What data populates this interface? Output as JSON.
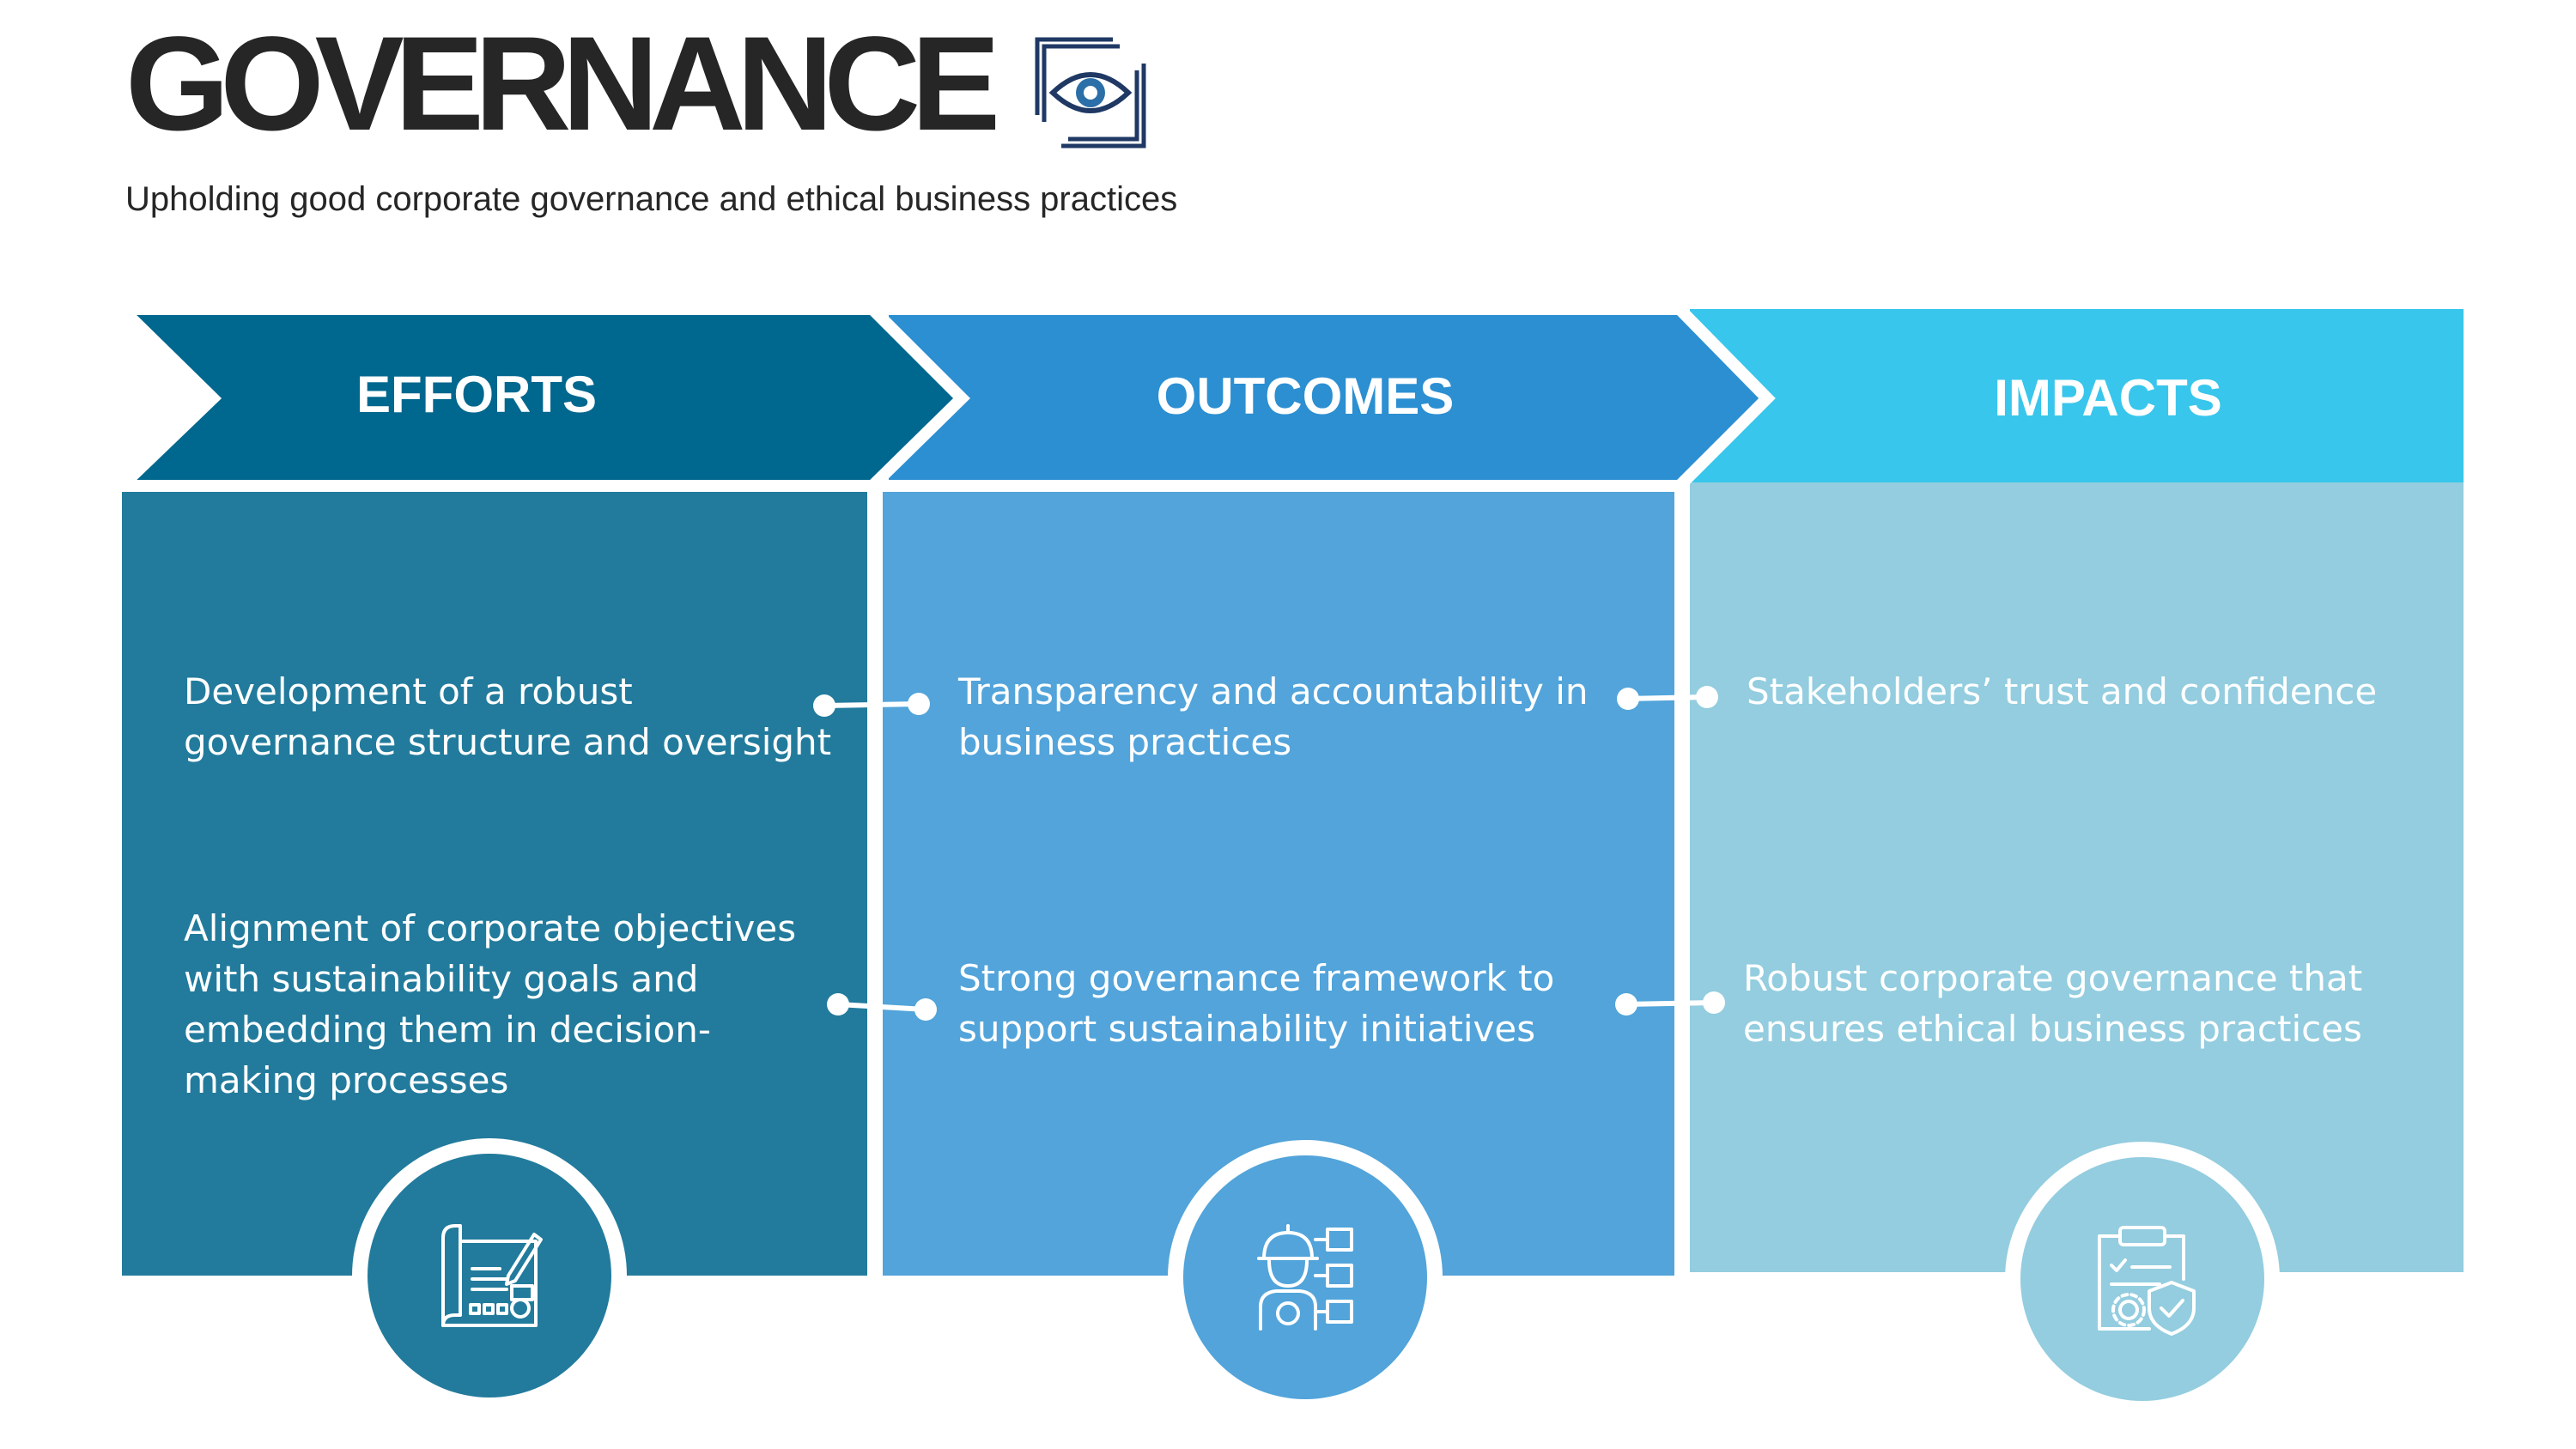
{
  "header": {
    "title": "GOVERNANCE",
    "subtitle": "Upholding good corporate governance and ethical business practices",
    "icon": "eye-icon"
  },
  "colors": {
    "efforts_dark": "#00678E",
    "efforts_body": "#227B9C",
    "outcomes_dark": "#2B8FD2",
    "outcomes_body": "#52A4DA",
    "impacts_dark": "#38C6EC",
    "impacts_body": "#93CDDF",
    "title_text": "#262626"
  },
  "columns": [
    {
      "heading": "EFFORTS",
      "items": [
        "Development of a robust governance structure and oversight",
        "Alignment of corporate objectives with sustainability goals and embedding them in decision-making processes"
      ],
      "icon": "blueprint-icon"
    },
    {
      "heading": "OUTCOMES",
      "items": [
        "Transparency and accountability in business practices",
        "Strong governance framework to support sustainability initiatives"
      ],
      "icon": "worker-tasks-icon"
    },
    {
      "heading": "IMPACTS",
      "items": [
        "Stakeholders’ trust and confidence",
        "Robust corporate governance that ensures ethical business practices"
      ],
      "icon": "clipboard-shield-icon"
    }
  ]
}
